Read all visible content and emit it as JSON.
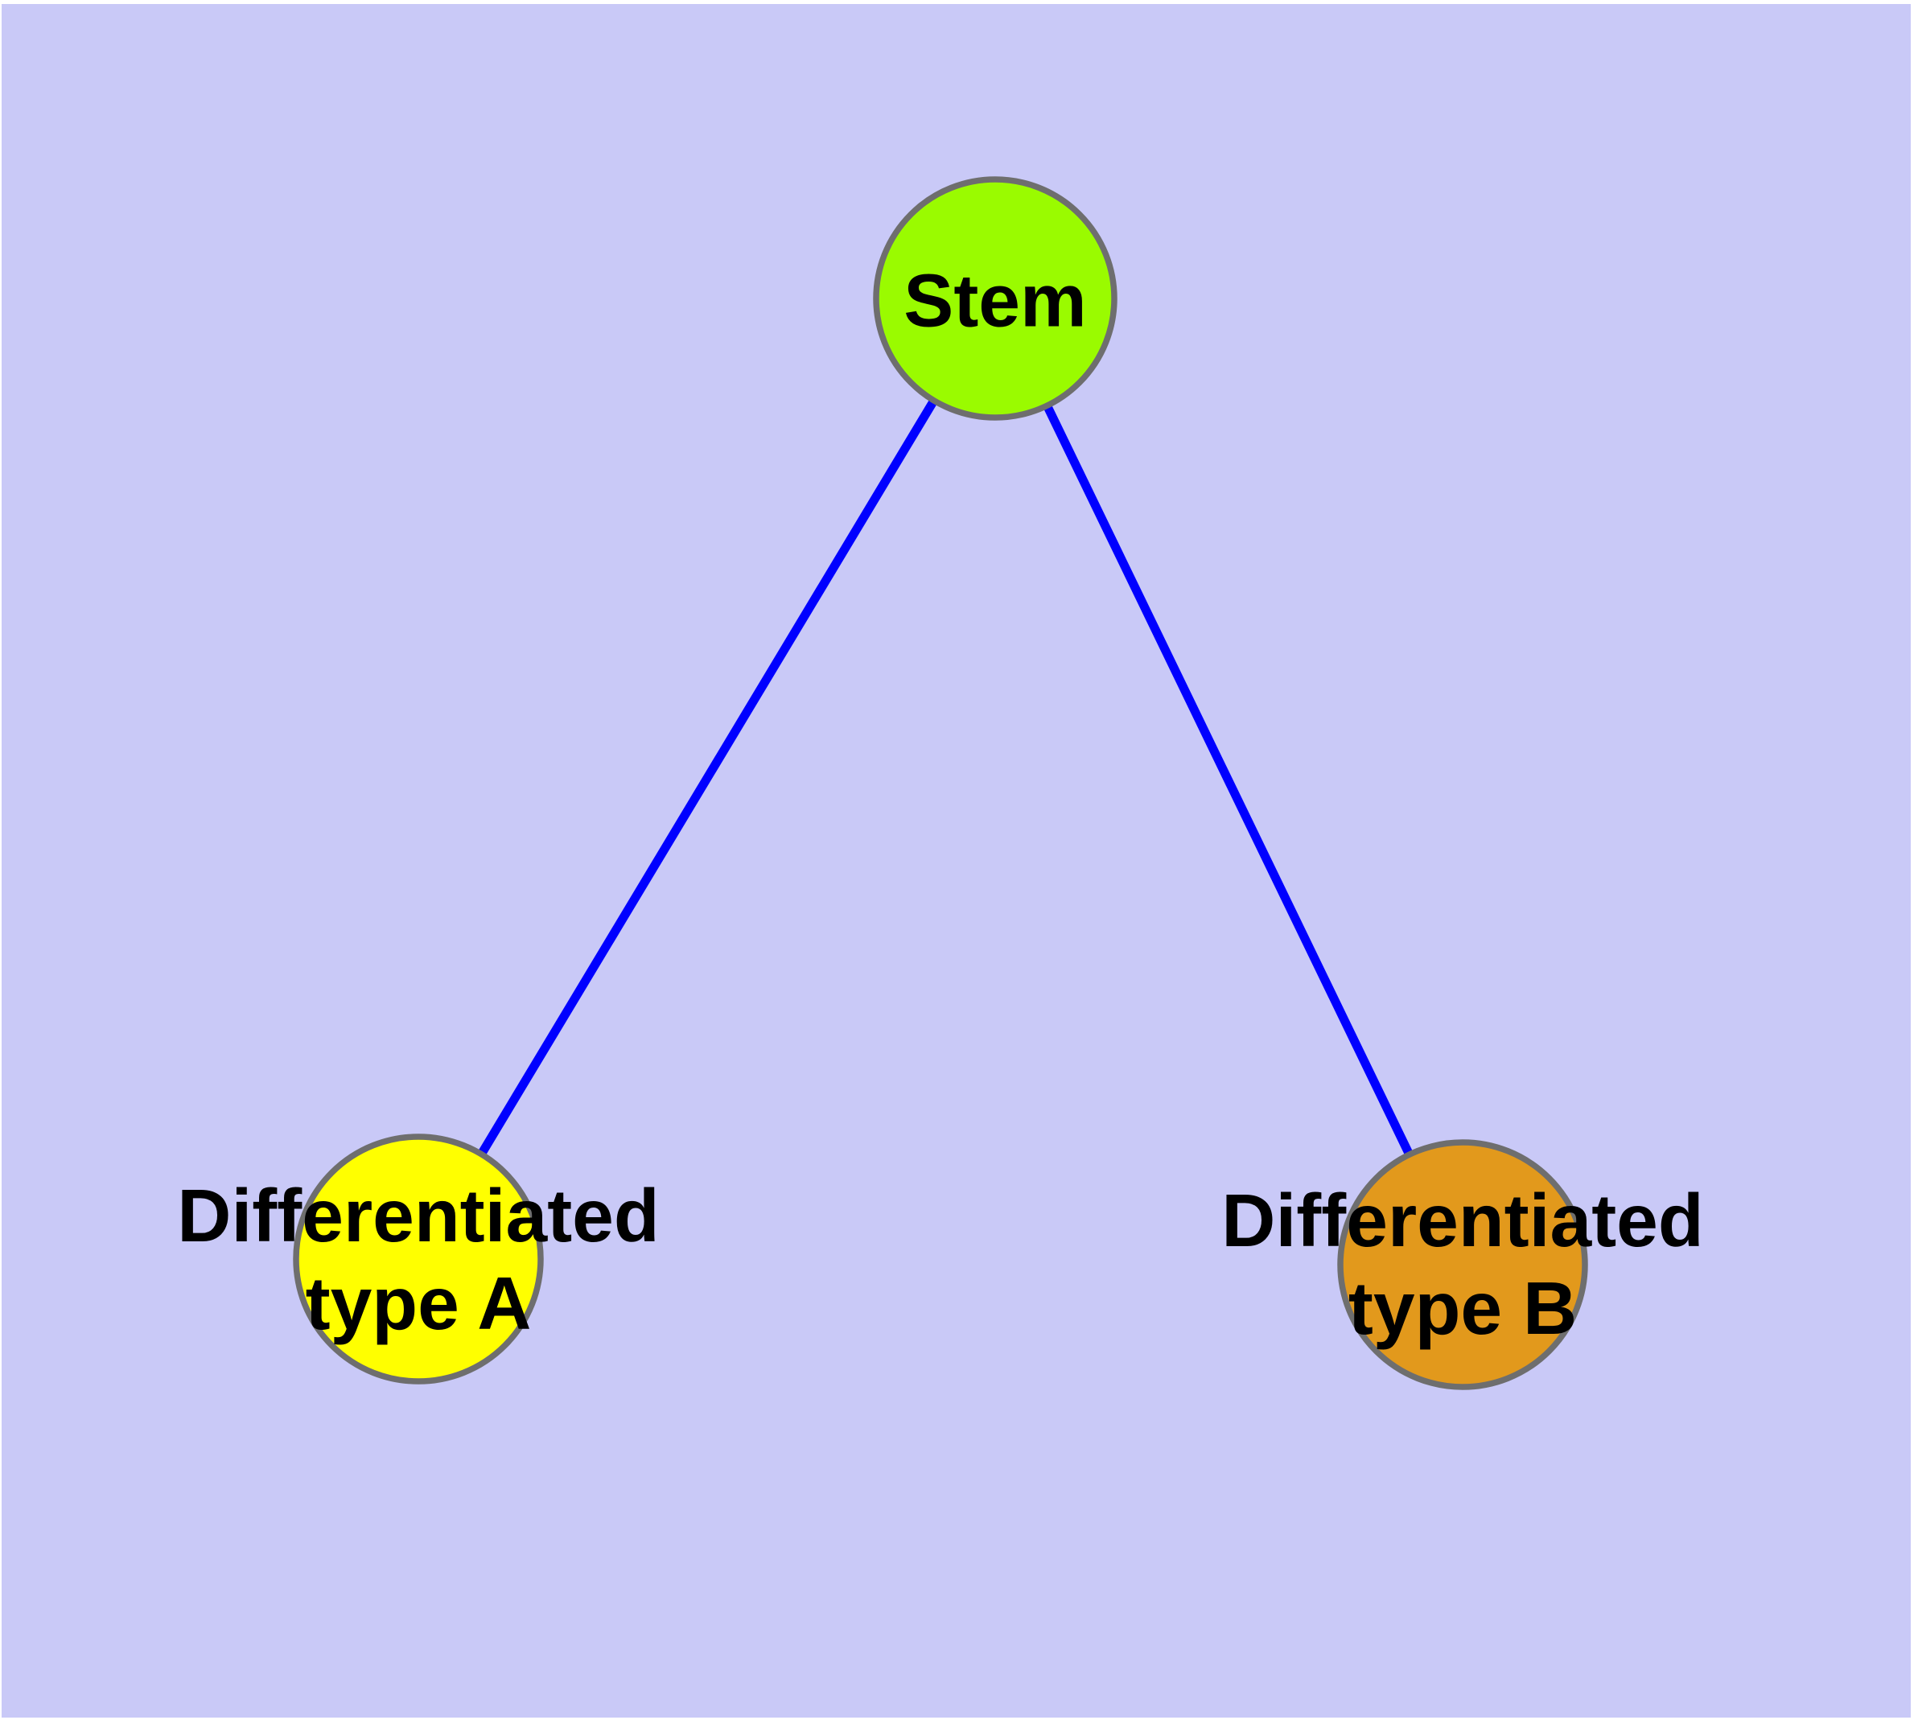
{
  "figure": {
    "type": "node-link-diagram",
    "background_color": "#C9C9F7",
    "edge_color": "#0000FF",
    "node_border_color": "#6E6E6E",
    "label_color": "#000000",
    "nodes": [
      {
        "id": "stem",
        "label": "Stem",
        "label_lines": [
          "Stem"
        ],
        "fill": "#9AFB00"
      },
      {
        "id": "differentiated-type-a",
        "label": "Differentiated type A",
        "label_lines": [
          "Differentiated",
          "type A"
        ],
        "fill": "#FFFF00"
      },
      {
        "id": "differentiated-type-b",
        "label": "Differentiated type B",
        "label_lines": [
          "Differentiated",
          "type B"
        ],
        "fill": "#E2991C"
      }
    ],
    "edges": [
      {
        "from": "Stem",
        "to": "Differentiated type A"
      },
      {
        "from": "Stem",
        "to": "Differentiated type B"
      }
    ]
  }
}
